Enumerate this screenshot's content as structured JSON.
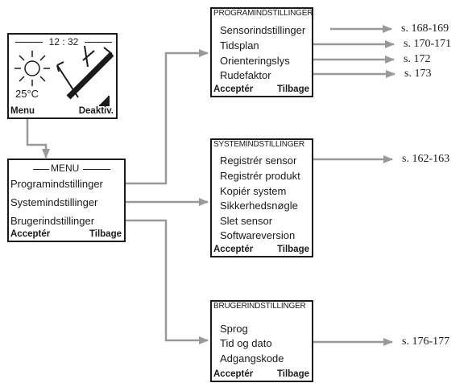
{
  "main_display": {
    "time": "12 : 32",
    "temperature": "25°C",
    "left_softkey": "Menu",
    "right_softkey": "Deaktiv."
  },
  "menu": {
    "title": "MENU",
    "items": [
      "Programindstillinger",
      "Systemindstillinger",
      "Brugerindstillinger"
    ],
    "left_softkey": "Acceptér",
    "right_softkey": "Tilbage"
  },
  "program_settings": {
    "title": "PROGRAMINDSTILLINGER",
    "items": [
      "Sensorindstillinger",
      "Tidsplan",
      "Orienteringslys",
      "Rudefaktor"
    ],
    "left_softkey": "Acceptér",
    "right_softkey": "Tilbage",
    "page_refs": [
      "s. 168-169",
      "s. 170-171",
      "s. 172",
      "s. 173"
    ]
  },
  "system_settings": {
    "title": "SYSTEMINDSTILLINGER",
    "items": [
      "Registrér sensor",
      "Registrér produkt",
      "Kopiér system",
      "Sikkerhedsnøgle",
      "Slet sensor",
      "Softwareversion"
    ],
    "left_softkey": "Acceptér",
    "right_softkey": "Tilbage",
    "page_refs": [
      "s. 162-163"
    ]
  },
  "user_settings": {
    "title": "BRUGERINDSTILLINGER",
    "items": [
      "Sprog",
      "Tid og dato",
      "Adgangskode"
    ],
    "left_softkey": "Acceptér",
    "right_softkey": "Tilbage",
    "page_refs": [
      "s. 176-177"
    ]
  },
  "colors": {
    "connector": "#999999",
    "border": "#1a1a1a",
    "background": "#ffffff"
  }
}
